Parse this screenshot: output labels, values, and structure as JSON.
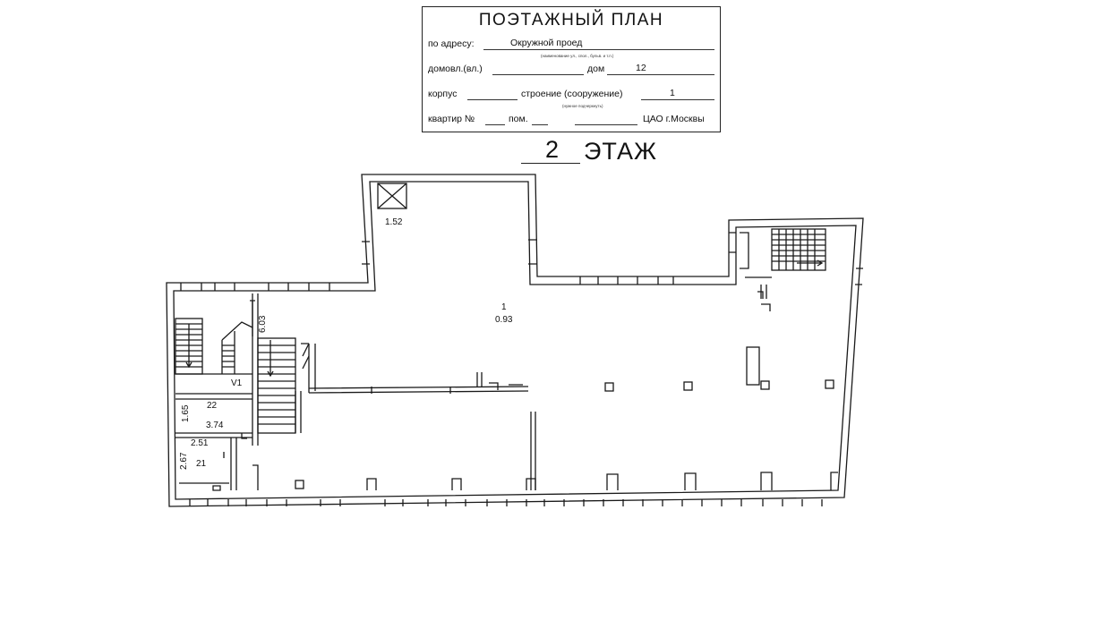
{
  "stamp": {
    "title": "ПОЭТАЖНЫЙ ПЛАН",
    "address_label": "по адресу:",
    "address_value": "Окружной проед",
    "address_hint": "(наименование ул., спол., бульв. и т.п.)",
    "domovl_label": "домовл.(вл.)",
    "dom_label": "дом",
    "dom_value": "12",
    "korpus_label": "корпус",
    "stroenie_label": "строение (сооружение)",
    "stroenie_value": "1",
    "stroenie_hint": "(нужное подчеркнуть)",
    "kvartir_label": "квартир №",
    "pom_label": "пом.",
    "district_value": "ЦАО г.Москвы"
  },
  "floor": {
    "number": "2",
    "label": "ЭТАЖ"
  },
  "plan": {
    "labels": {
      "elevator_dim": "1.52",
      "room1_number": "1",
      "room1_height": "0.93",
      "stair_dim": "6.03",
      "v1": "V1",
      "room22_number": "22",
      "room22_width": "3.74",
      "room22_height": "1.65",
      "room21_number": "21",
      "room21_width": "2.51",
      "room21_height": "2.67"
    }
  }
}
